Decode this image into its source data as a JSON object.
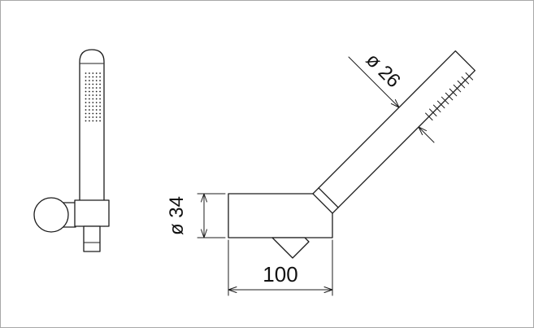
{
  "page": {
    "background": "#ffffff",
    "frame_border": "#a8a8a8"
  },
  "drawing": {
    "stroke_color": "#1c1c1c",
    "fill_color": "#ffffff",
    "dimensions": {
      "handle_diameter": "ø 26",
      "holder_diameter": "ø 34",
      "holder_length": "100"
    }
  }
}
